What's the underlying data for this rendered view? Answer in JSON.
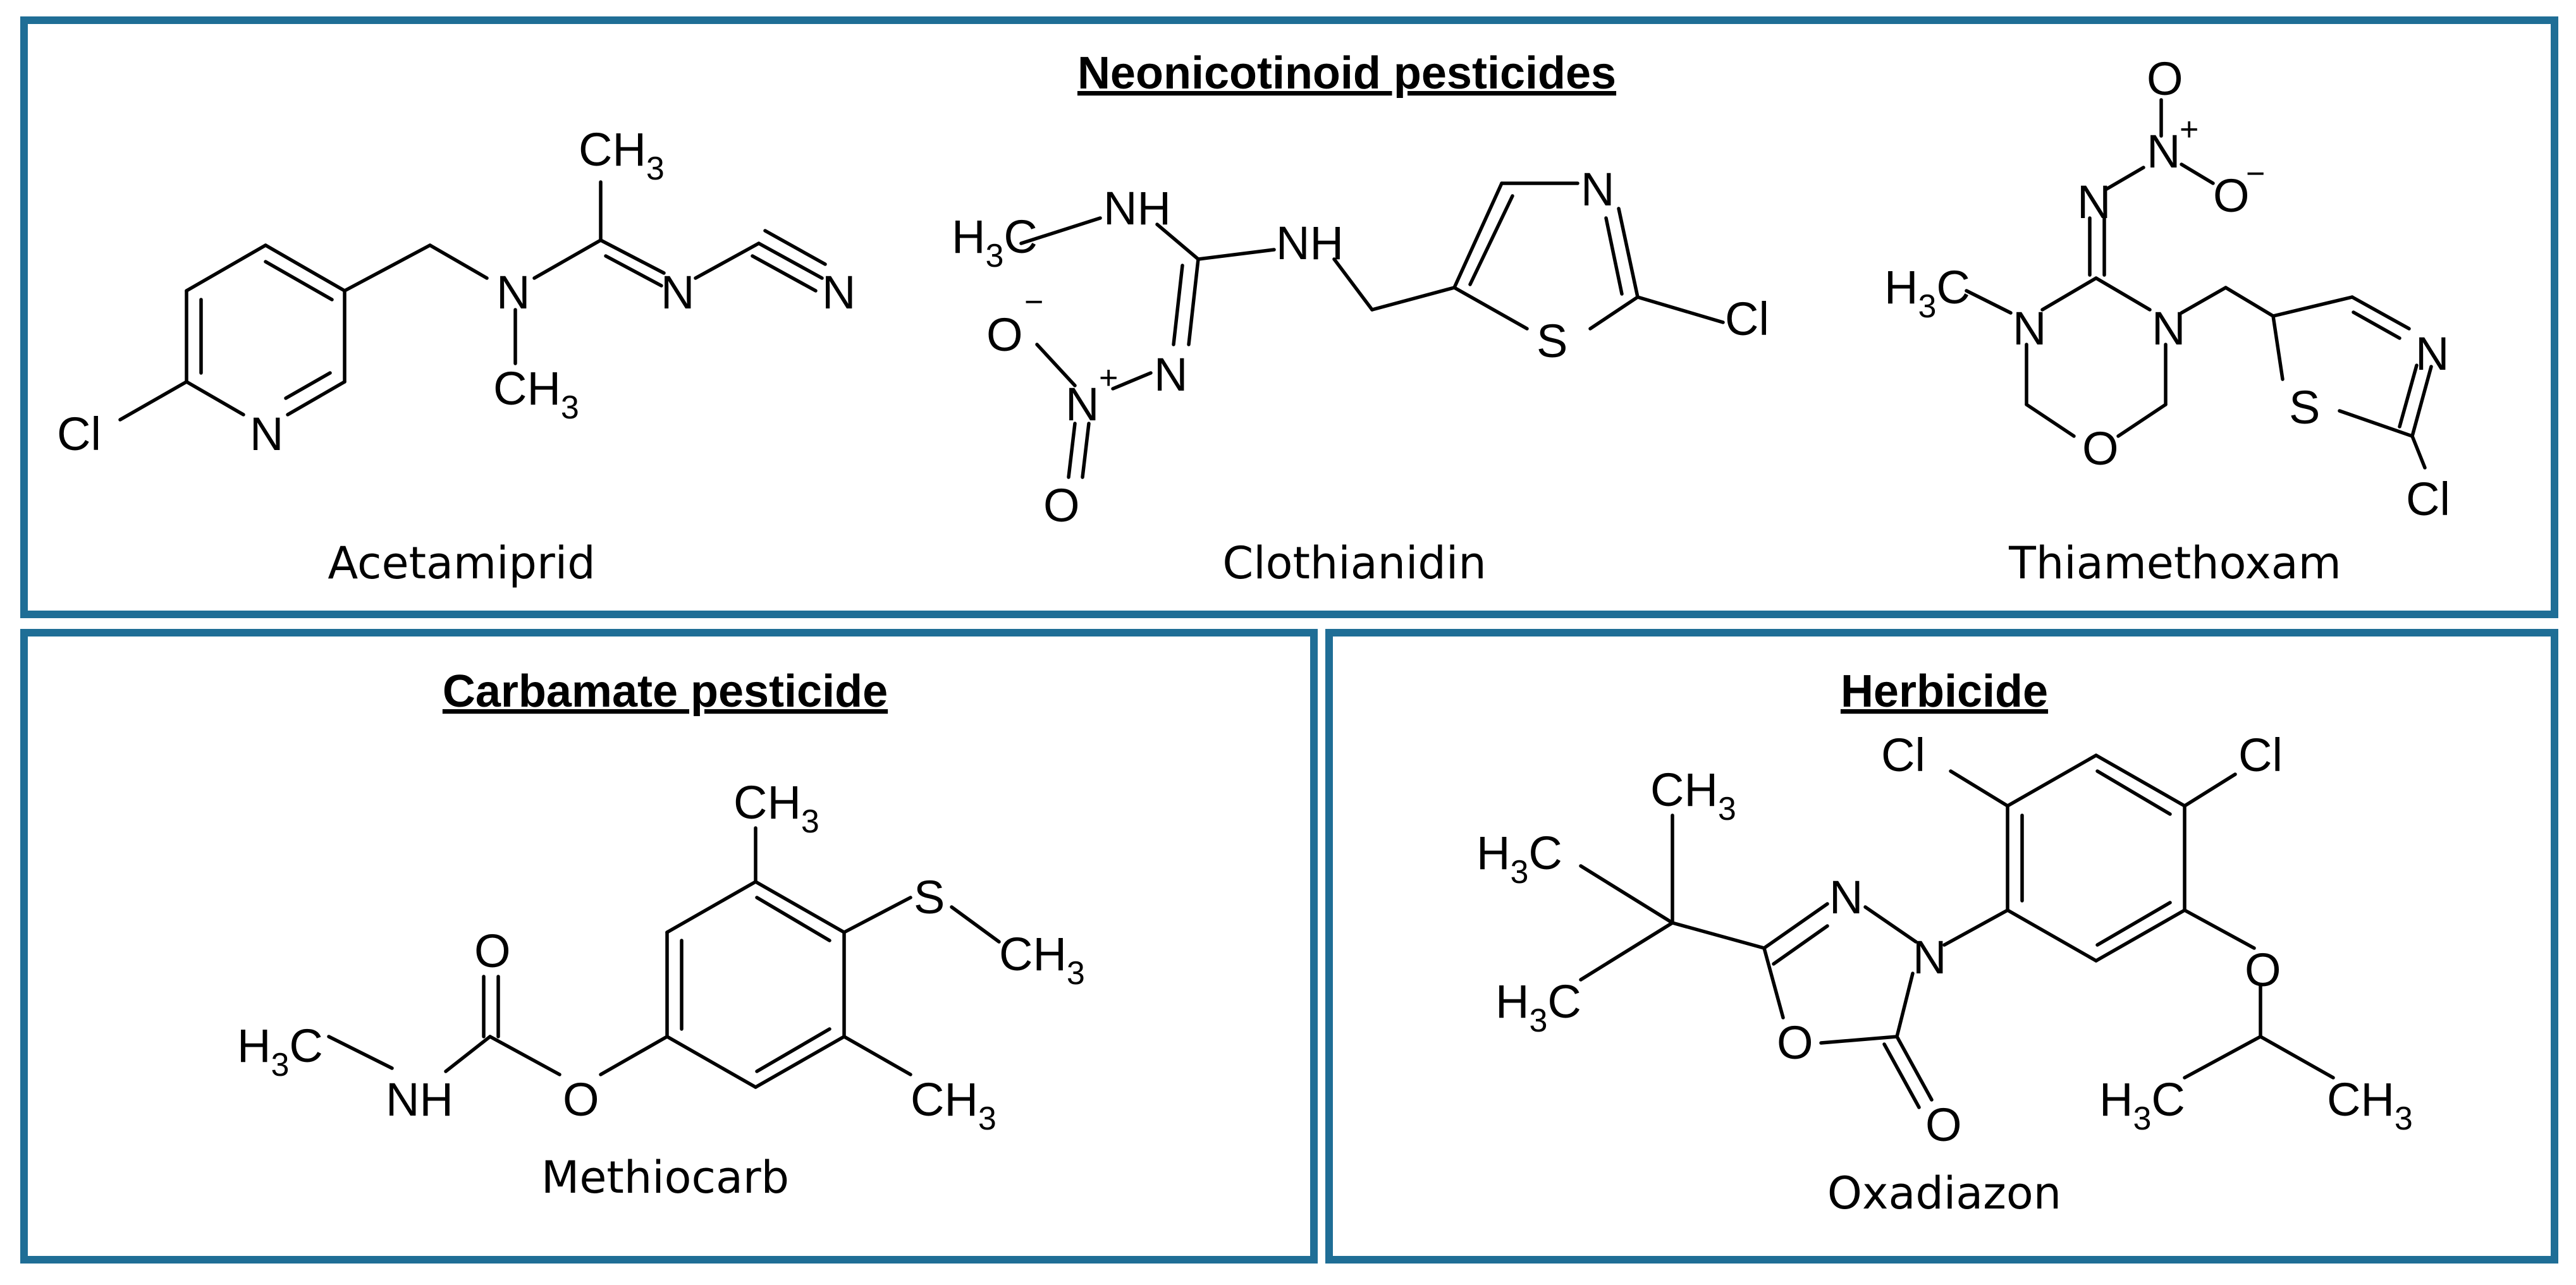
{
  "colors": {
    "border": "#1f6e96",
    "ink": "#000000"
  },
  "panels": {
    "neonicotinoid": {
      "title": "Neonicotinoid pesticides",
      "compounds": {
        "acetamiprid": {
          "name": "Acetamiprid",
          "atoms": {
            "cl": "Cl",
            "n_ring": "N",
            "n_amine": "N",
            "n_imine": "N",
            "n_cyano": "N",
            "ch3_top": "CH",
            "ch3_top_sub": "3",
            "ch3_bot": "CH",
            "ch3_bot_sub": "3"
          }
        },
        "clothianidin": {
          "name": "Clothianidin",
          "atoms": {
            "h3c": "H",
            "h3c_sub": "3",
            "h3c_c": "C",
            "nh1": "NH",
            "nh2": "NH",
            "o_minus": "O",
            "minus": "−",
            "n_plus": "N",
            "plus": "+",
            "n_imine": "N",
            "o_bottom": "O",
            "s": "S",
            "n_thiazole": "N",
            "cl": "Cl"
          }
        },
        "thiamethoxam": {
          "name": "Thiamethoxam",
          "atoms": {
            "o_top": "O",
            "n_plus": "N",
            "plus": "+",
            "o_minus": "O",
            "minus": "−",
            "n_imine": "N",
            "h3c": "H",
            "h3c_sub": "3",
            "h3c_c": "C",
            "n_left": "N",
            "n_right": "N",
            "o_ring": "O",
            "s": "S",
            "n_thiazole": "N",
            "cl": "Cl"
          }
        }
      }
    },
    "carbamate": {
      "title": "Carbamate pesticide",
      "compounds": {
        "methiocarb": {
          "name": "Methiocarb",
          "atoms": {
            "ch3_top": "CH",
            "ch3_top_sub": "3",
            "s": "S",
            "sch3": "CH",
            "sch3_sub": "3",
            "o_carbonyl": "O",
            "h3c": "H",
            "h3c_sub": "3",
            "h3c_c": "C",
            "nh": "NH",
            "o_ester": "O",
            "ch3_bot": "CH",
            "ch3_bot_sub": "3"
          }
        }
      }
    },
    "herbicide": {
      "title": "Herbicide",
      "compounds": {
        "oxadiazon": {
          "name": "Oxadiazon",
          "atoms": {
            "cl_left": "Cl",
            "cl_right": "Cl",
            "ch3_top": "CH",
            "ch3_top_sub": "3",
            "h3c_1": "H",
            "h3c_1_sub": "3",
            "h3c_1_c": "C",
            "h3c_2": "H",
            "h3c_2_sub": "3",
            "h3c_2_c": "C",
            "n_top": "N",
            "n_right": "N",
            "o_ring": "O",
            "o_carbonyl": "O",
            "o_ether": "O",
            "h3c_3": "H",
            "h3c_3_sub": "3",
            "h3c_3_c": "C",
            "ch3_iso": "CH",
            "ch3_iso_sub": "3"
          }
        }
      }
    }
  }
}
